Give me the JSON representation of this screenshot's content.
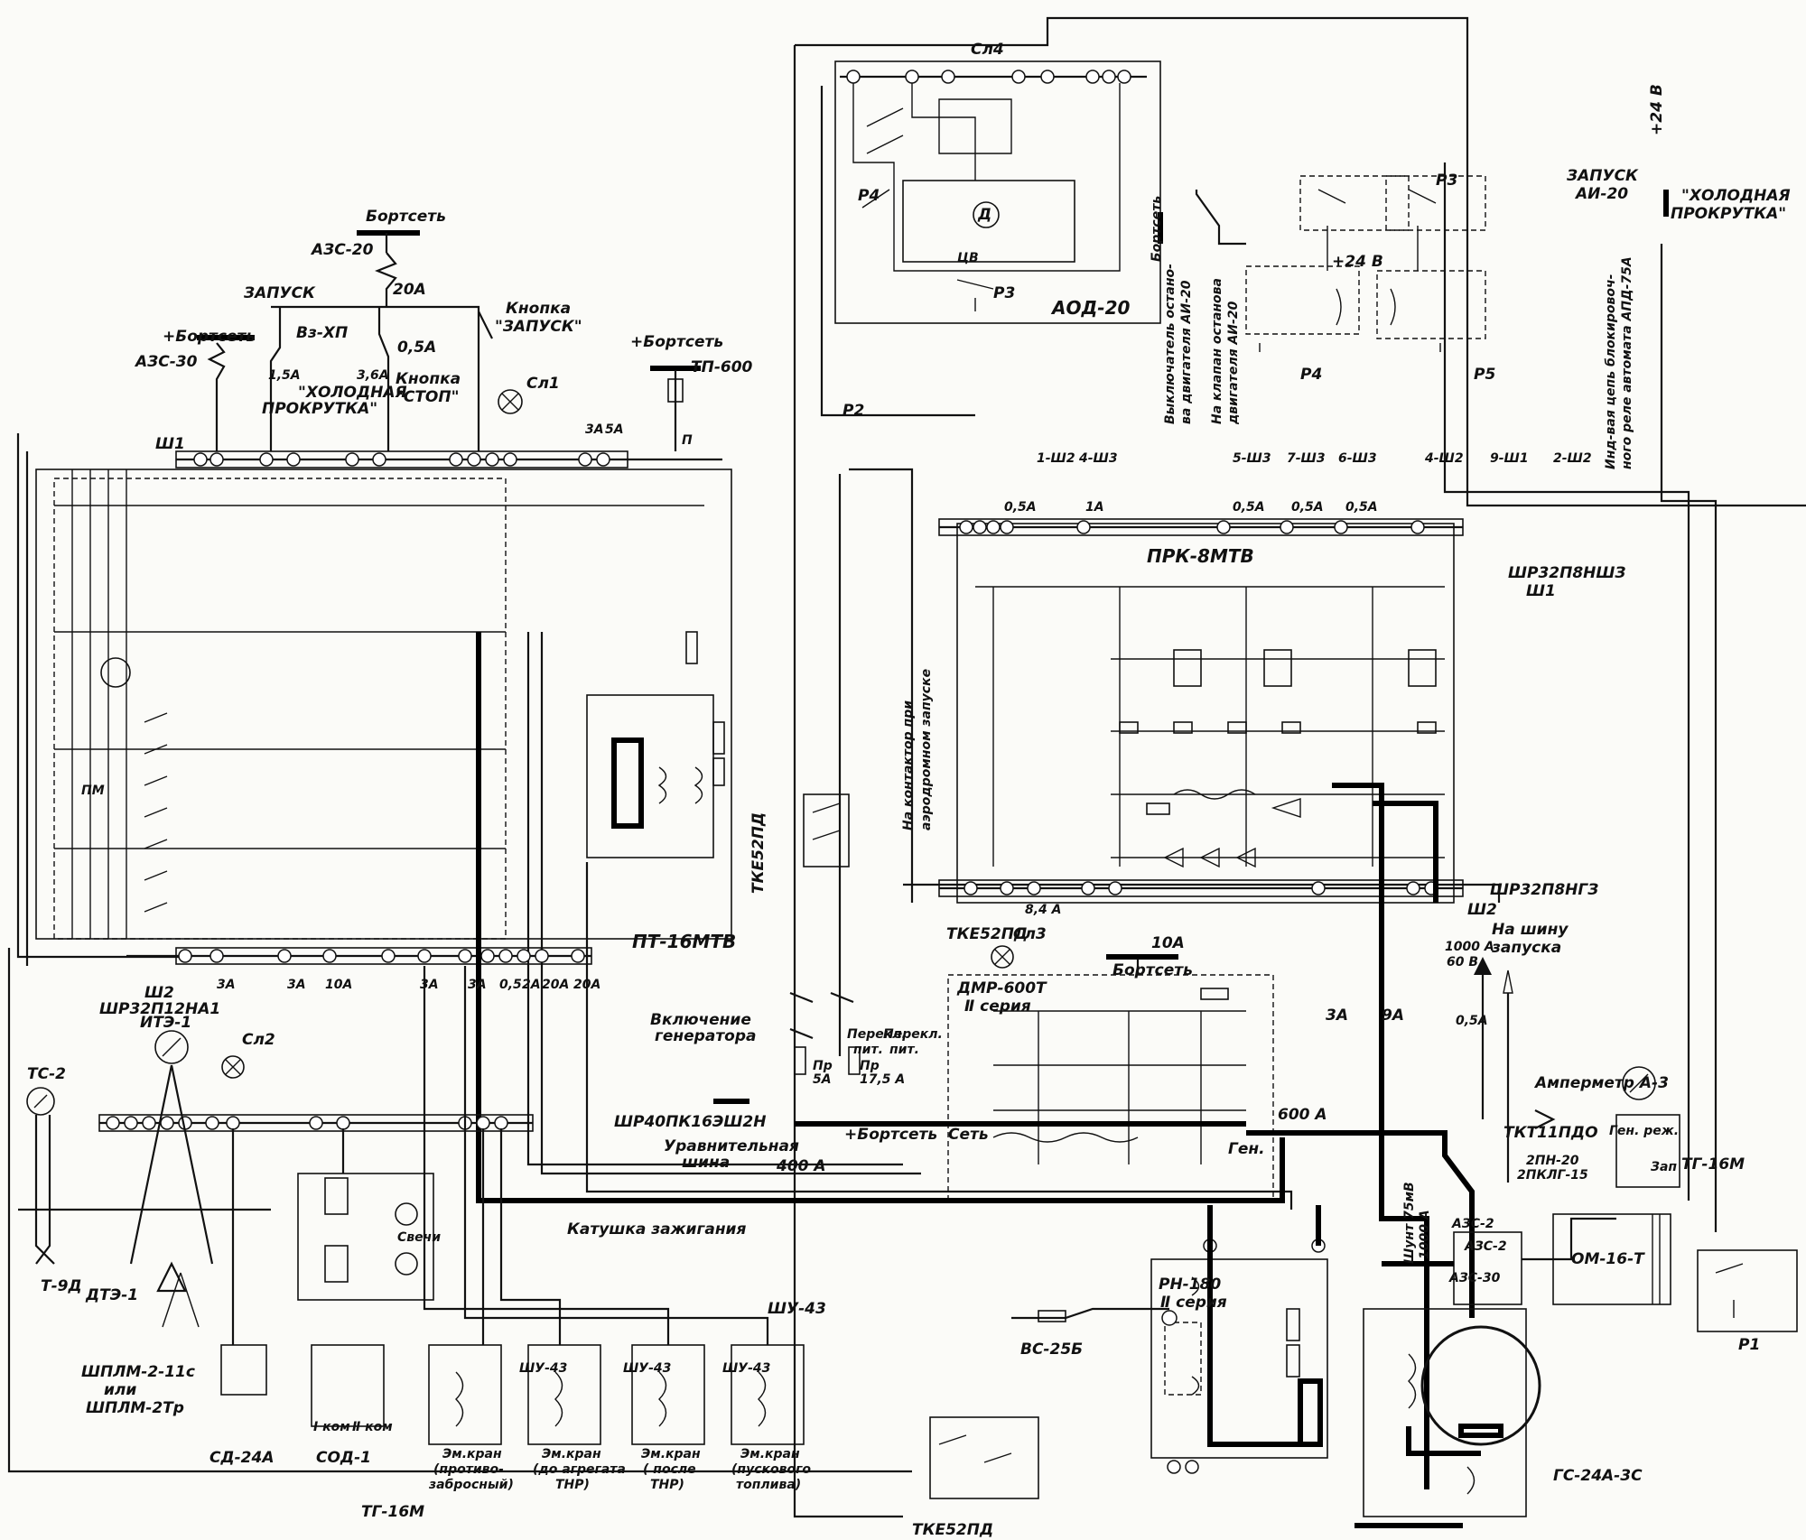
{
  "diagram": {
    "connectors": {
      "sh1": "Ш1",
      "sh2": "Ш2",
      "sh2_type": "ШР32П12НА1",
      "shr40": "ШР40ПК16ЭШ2Н",
      "shr32_top": "ШР32П8НШЗ",
      "shr32_top_sub": "Ш1",
      "shr32_bottom": "ШР32П8НГЗ",
      "shr32_bottom_sub": "Ш2"
    },
    "units": {
      "aod": "АОД-20",
      "pt16": "ПТ-16МТВ",
      "prk": "ПРК-8МТВ",
      "dmr": "ДМР-600Т",
      "dmr_series": "Ⅱ серия",
      "rn180": "РН-180",
      "rn180_series": "Ⅱ серия",
      "gs24": "ГС-24А-3С",
      "om16": "ОМ-16-Т",
      "tkt": "ТКТ11ПДО",
      "tke_mid": "ТКЕ52ПД",
      "tke_right": "ТКЕ52ПД",
      "tke_bottom": "ТКЕ52ПД",
      "tke_vertical": "ТКЕ52ПД",
      "vs25": "ВС-25Б",
      "tp600": "ТП-600",
      "ite": "ИТЭ-1",
      "dte": "ДТЭ-1",
      "ts2": "ТС-2",
      "t9d": "Т-9Д",
      "tg16_bottom": "ТГ-16М",
      "tg16_right": "ТГ-16М",
      "sd24": "СД-24А",
      "sod1": "СОД-1",
      "shplm_a": "ШПЛМ-2-11с",
      "shplm_or": "или",
      "shplm_b": "ШПЛМ-2Тр",
      "shu43": "ШУ-43",
      "ammeter": "Амперметр А-3",
      "gen_mode": "Ген. реж.",
      "pn20": "2ПН-20",
      "pklg": "2ПКЛГ-15",
      "shunt_a": "Шунт 75мВ",
      "shunt_b": "1000 А",
      "azs2a": "АЗС-2",
      "azs2b": "АЗС-2",
      "azs30b": "АЗС-30",
      "zap": "Зап"
    },
    "labels": {
      "bortset_top": "Бортсеть",
      "azs20": "АЗС-20",
      "amp20": "20А",
      "zapusk": "ЗАПУСК",
      "vz_hp": "Вз-ХП",
      "knopka_zap_a": "Кнопка",
      "knopka_zap_b": "\"ЗАПУСК\"",
      "amp05": "0,5А",
      "knopka_stop_a": "Кнопка",
      "knopka_stop_b": "\"СТОП\"",
      "amp15": "1,5А",
      "amp36": "3,6А",
      "holod_a": "\"ХОЛОДНАЯ",
      "holod_b": "ПРОКРУТКА\"",
      "plus_bortset_left": "+Бортсеть",
      "azs30": "АЗС-30",
      "sl1": "Сл1",
      "sl2": "Сл2",
      "sl3": "Сл3",
      "sl4": "Сл4",
      "plus_bortset_mid": "+Бортсеть",
      "zapusk_ai_a": "ЗАПУСК",
      "zapusk_ai_b": "АИ-20",
      "holod2_a": "\"ХОЛОДНАЯ",
      "holod2_b": "ПРОКРУТКА\"",
      "plus24_top": "+24 В",
      "plus24_mid": "+24 В",
      "r1": "Р1",
      "r2": "Р2",
      "r3": "Р3",
      "r4": "Р4",
      "r5": "Р5",
      "bortset_vert": "Бортсеть",
      "vykl_a": "Выключатель остано-",
      "vykl_b": "ва двигателя АИ-20",
      "klapan_a": "На клапан останова",
      "klapan_b": "двигателя АИ-20",
      "blok_a": "Инд-вая цепь блокировоч-",
      "blok_b": "ного реле автомата АПД-75А",
      "kontaktor_a": "На контактор при",
      "kontaktor_b": "аэродромном запуске",
      "vkl_gen_a": "Включение",
      "vkl_gen_b": "генератора",
      "urav_a": "Уравнительная",
      "urav_b": "шина",
      "plus_bortset_bus": "+Бортсеть",
      "amp400": "400 А",
      "amp600": "600 А",
      "amp10_bortset": "10А",
      "bortset_bus": "Бортсеть",
      "set": "Сеть",
      "gen": "Ген.",
      "na_shinu_a": "На шину",
      "na_shinu_b": "запуска",
      "amp1000": "1000 А",
      "v60": "60 В",
      "amp05_right": "0,5А",
      "amp3": "3А",
      "amp9": "9А",
      "perekl_a": "Перекл.",
      "perekl_pit": "пит.",
      "pr5": "Пр",
      "pr5_val": "5А",
      "pr175": "Пр",
      "pr175_val": "17,5 А",
      "katushka": "Катушка зажигания",
      "svechi": "Свечи",
      "i_kom": "Ⅰ ком",
      "ii_kom": "Ⅱ ком",
      "em_kran1_a": "Эм.кран",
      "em_kran1_b": "(противо-",
      "em_kran1_c": "забросный)",
      "em_kran2_a": "Эм.кран",
      "em_kran2_b": "(до агрегата",
      "em_kran2_c": "ТНР)",
      "em_kran3_a": "Эм.кран",
      "em_kran3_b": "( после",
      "em_kran3_c": "ТНР)",
      "em_kran4_a": "Эм.кран",
      "em_kran4_b": "(пускового",
      "em_kran4_c": "топлива)",
      "w3": "4-Ш3",
      "w5": "5-Ш3",
      "w7": "7-Ш3",
      "w6": "6-Ш3",
      "w4sh2": "4-Ш2",
      "w9": "9-Ш1",
      "w2sh2": "2-Ш2",
      "w1sh2": "1-Ш2",
      "a05_1": "0,5А",
      "a1": "1А",
      "a05_2": "0,5А",
      "a05_3": "0,5А",
      "a05_4": "0,5А",
      "a84": "8,4 А",
      "sh2_3a_1": "3А",
      "sh2_3a_2": "3А",
      "sh2_10a": "10А",
      "sh2_3a_3": "3А",
      "sh2_3a_4": "3А",
      "sh2_05": "0,5",
      "sh2_2a": "2А",
      "sh2_20a_1": "20А",
      "sh2_20a_2": "20А",
      "a3a_sh1": "3А",
      "a5a_sh1": "5А",
      "p_label": "П",
      "d_motor": "Д",
      "tsv": "ЦВ",
      "pm": "ПМ"
    },
    "colors": {
      "ink": "#111111",
      "paper": "#fbfbf8"
    }
  }
}
